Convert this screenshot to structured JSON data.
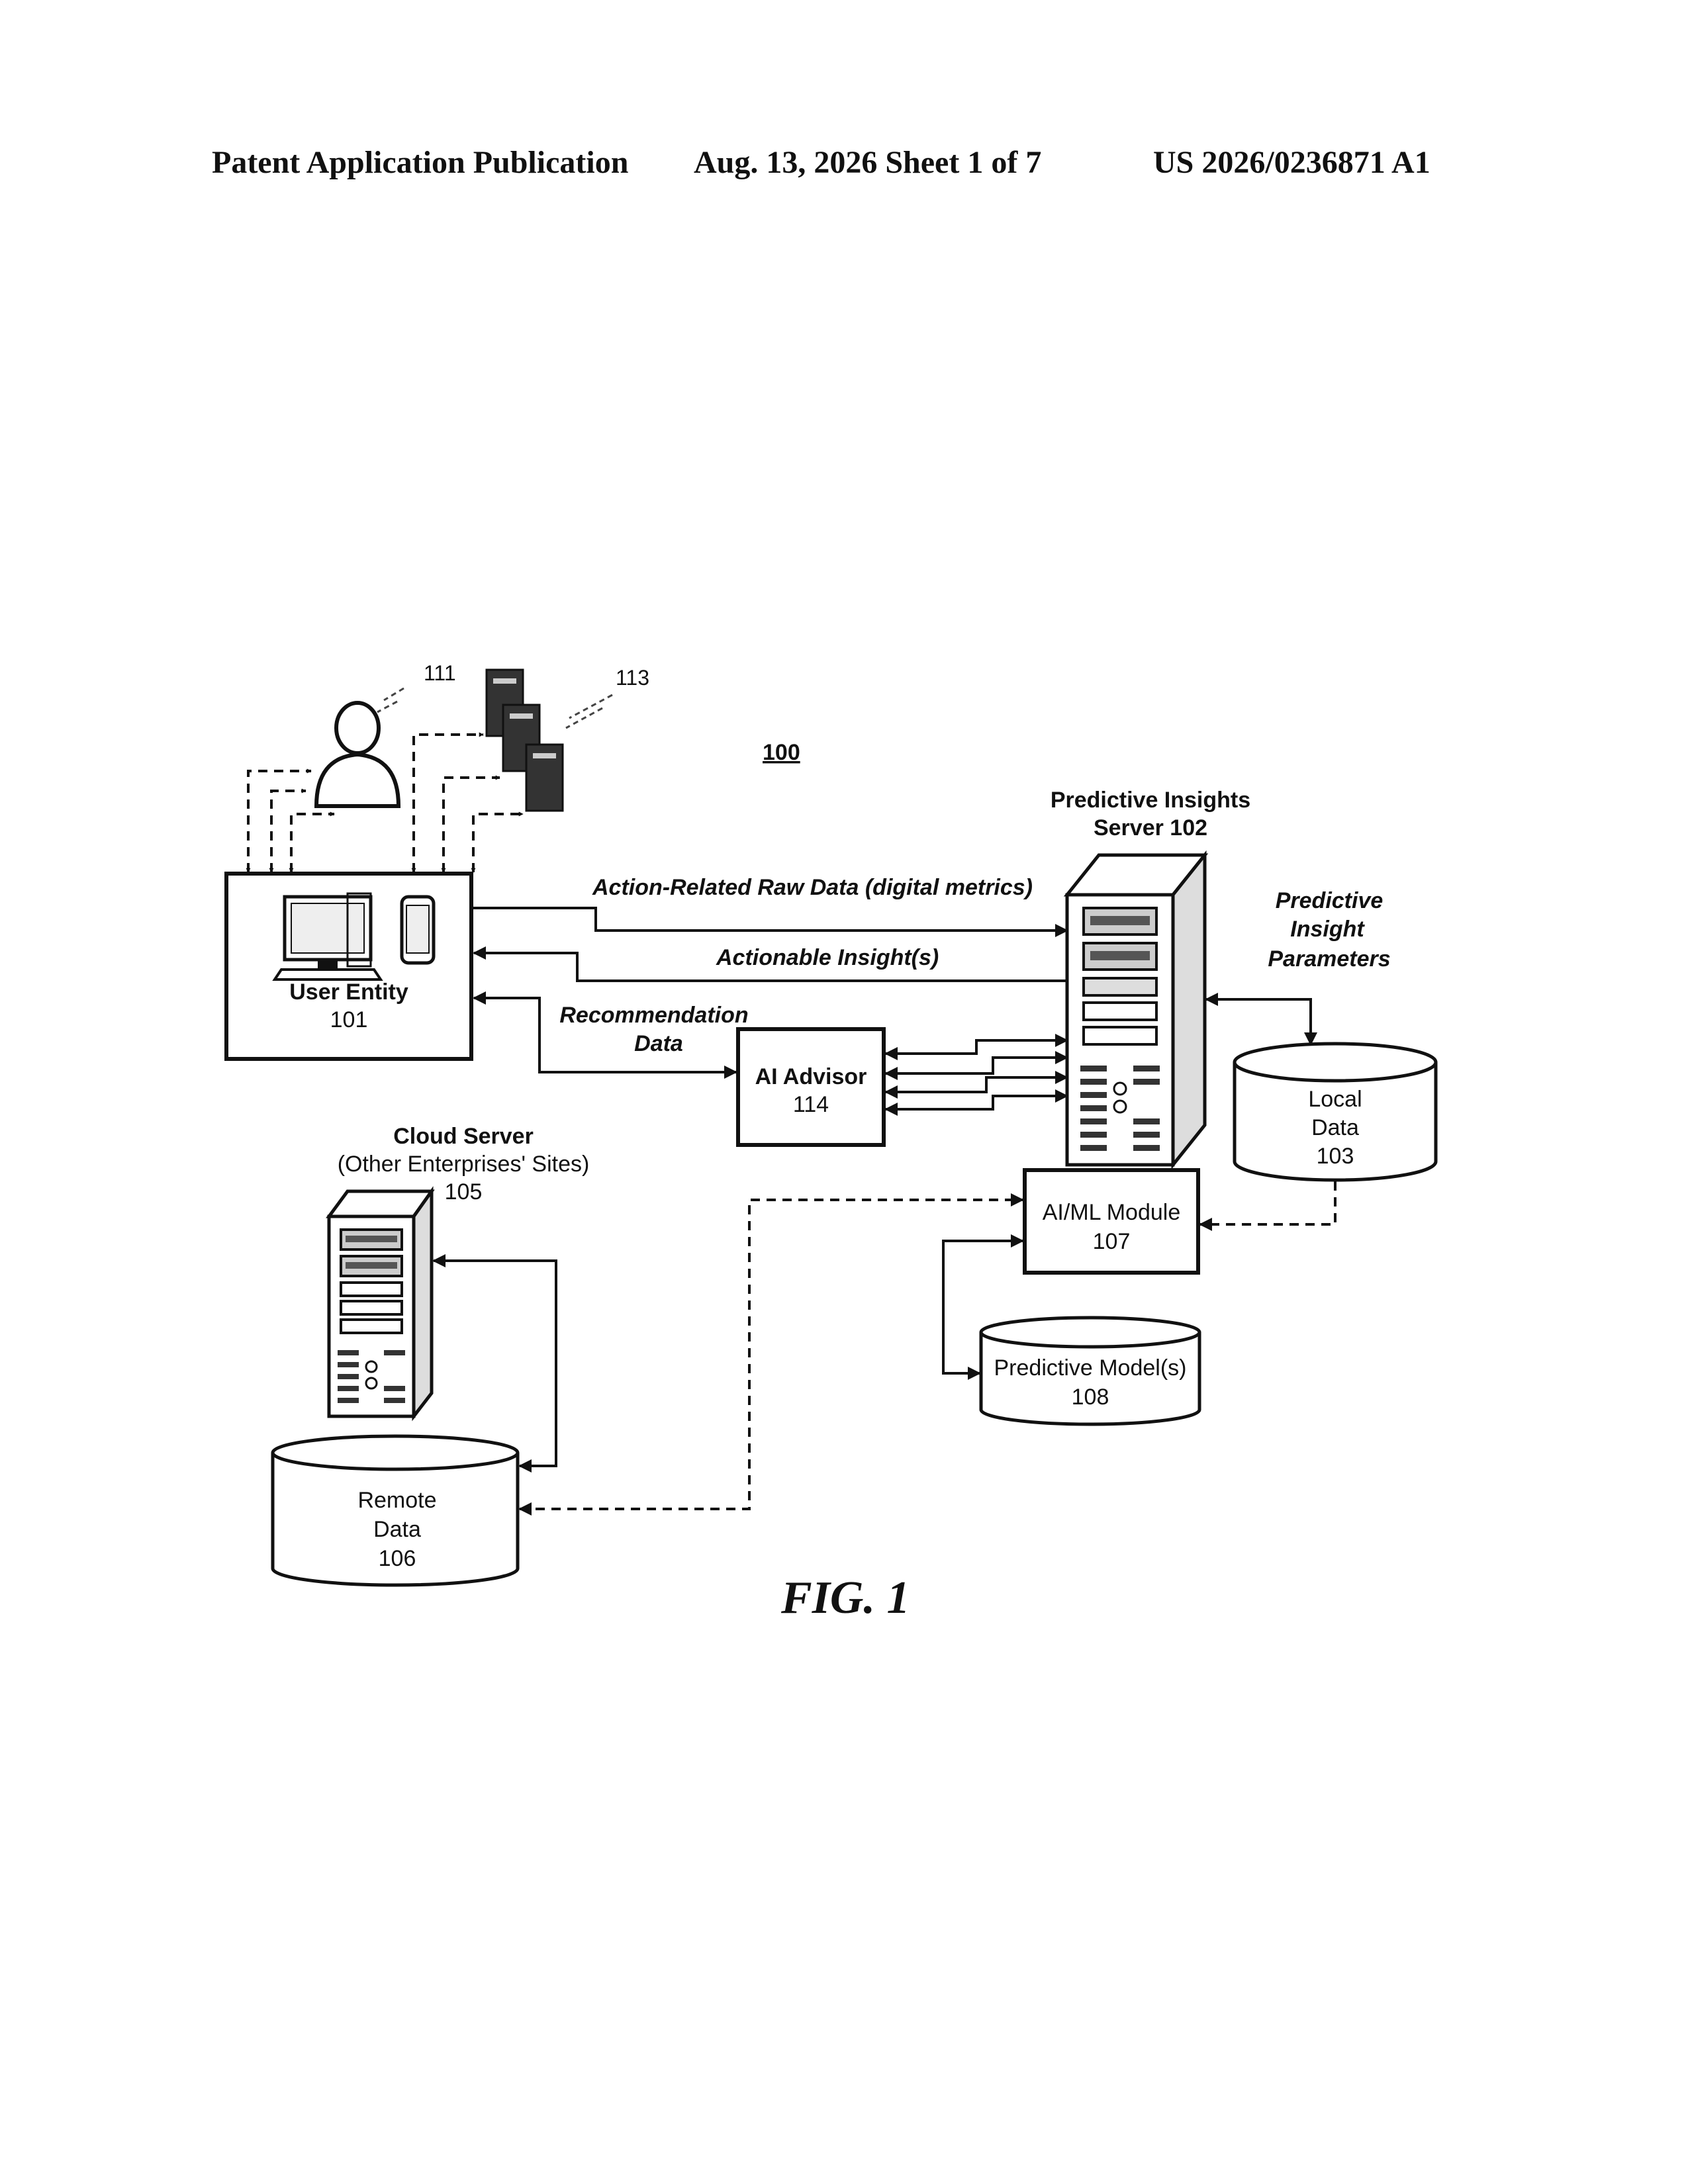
{
  "header": {
    "left": "Patent Application Publication",
    "middle": "Aug. 13, 2026  Sheet 1 of 7",
    "right": "US 2026/0236871 A1"
  },
  "figure": {
    "system_ref": "100",
    "caption": "FIG. 1",
    "user_ref": "111",
    "servers_ref": "113"
  },
  "nodes": {
    "user_entity": {
      "name": "User  Entity",
      "ref": "101"
    },
    "predictive_server": {
      "name_line1": "Predictive Insights",
      "name_line2": "Server 102"
    },
    "ai_advisor": {
      "name": "AI Advisor",
      "ref": "114"
    },
    "local_data": {
      "line1": "Local",
      "line2": "Data",
      "ref": "103"
    },
    "aiml_module": {
      "name": "AI/ML Module",
      "ref": "107"
    },
    "predictive_models": {
      "name": "Predictive Model(s)",
      "ref": "108"
    },
    "cloud_server": {
      "name": "Cloud Server",
      "subtitle": "(Other Enterprises' Sites)",
      "ref": "105"
    },
    "remote_data": {
      "line1": "Remote",
      "line2": "Data",
      "ref": "106"
    }
  },
  "edges": {
    "raw_data": "Action-Related Raw Data (digital metrics)",
    "insights": "Actionable Insight(s)",
    "recommendation_line1": "Recommendation",
    "recommendation_line2": "Data",
    "params_line1": "Predictive",
    "params_line2": "Insight",
    "params_line3": "Parameters"
  }
}
